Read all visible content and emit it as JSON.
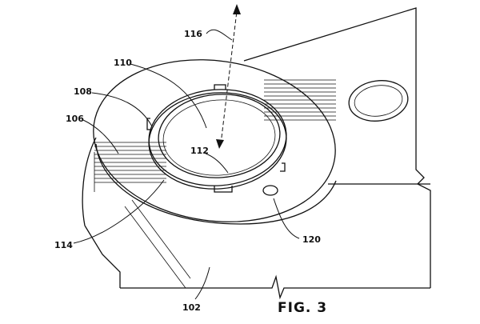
{
  "figure": {
    "caption": "FIG. 3",
    "labels": {
      "r102": "102",
      "r106": "106",
      "r108": "108",
      "r110": "110",
      "r112": "112",
      "r114": "114",
      "r116": "116",
      "r120": "120"
    },
    "colors": {
      "ink": "#111111",
      "paper": "#ffffff"
    }
  }
}
